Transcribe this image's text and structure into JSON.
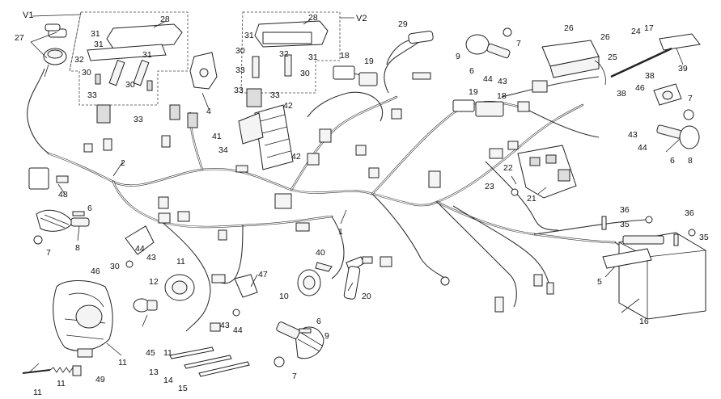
{
  "labels": {
    "v1": "V1",
    "v2": "V2",
    "n1": "1",
    "n2": "2",
    "n4": "4",
    "n5": "5",
    "n10": "10",
    "n12": "12",
    "n13": "13",
    "n14": "14",
    "n15": "15",
    "n16": "16",
    "n18a": "18",
    "n18b": "18",
    "n19a": "19",
    "n19b": "19",
    "n20": "20",
    "n21": "21",
    "n22": "22",
    "n23": "23",
    "n24": "24",
    "n25": "25",
    "n26a": "26",
    "n26b": "26",
    "n27": "27",
    "n28a": "28",
    "n28b": "28",
    "n29": "29",
    "n30a": "30",
    "n30b": "30",
    "n30c": "30",
    "n30d": "30",
    "n31a": "31",
    "n31b": "31",
    "n31c": "31",
    "n31d": "31",
    "n32a": "32",
    "n32b": "32",
    "n33a": "33",
    "n33b": "33",
    "n33c": "33",
    "n33d": "33",
    "n34": "34",
    "n35a": "35",
    "n35b": "35",
    "n36a": "36",
    "n36b": "36",
    "n38a": "38",
    "n38b": "38",
    "n39": "39",
    "n40": "40",
    "n41": "41",
    "n42a": "42",
    "n42b": "42",
    "n43a": "43",
    "n43b": "43",
    "n43c": "43",
    "n43d": "43",
    "n44a": "44",
    "n44b": "44",
    "n44c": "44",
    "n45": "45",
    "n46a": "46",
    "n46b": "46",
    "n47": "47",
    "n48": "48",
    "n49": "49",
    "n6a": "6",
    "n6b": "6",
    "n6c": "6",
    "n6d": "6",
    "n7a": "7",
    "n7b": "7",
    "n7c": "7",
    "n7d": "7",
    "n8a": "8",
    "n8b": "8",
    "n9a": "9",
    "n9b": "9",
    "n11a": "11",
    "n11b": "11",
    "n11c": "11",
    "n11d": "11",
    "n11e": "11",
    "n17": "17"
  }
}
